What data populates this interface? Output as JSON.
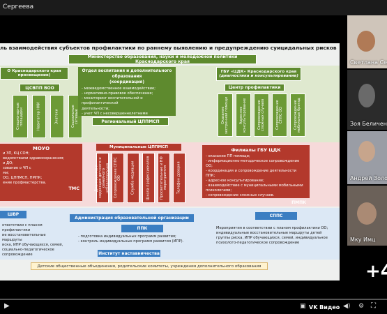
{
  "speaker": {
    "name": "Сергеева"
  },
  "slide": {
    "title": "ль взаимодействия субъектов профилактики по раннему выявлению и предупреждению суицидальных рисков",
    "ministry": "Министерство образования, науки и молодежной политики Краснодарского края",
    "left_org": {
      "line1": "О Краснодарского края",
      "line2": "просвещение)"
    },
    "csvpp": "ЦСВПП ВОО",
    "left_cols": [
      "Стационарные площадки",
      "Навигатор НКИ",
      "Знатоки"
    ],
    "left_cols_last": "Социальные сетевые",
    "dept": {
      "title_1": "Отдел воспитания и дополнительного образования",
      "title_2": "(координация)",
      "items": [
        "- межведомственное взаимодействие;",
        "- нормативно-правовое обеспечение;",
        "- мониторинг воспитательной и профилактической",
        "  деятельности;",
        "- учет ЧП с несовершеннолетними"
      ]
    },
    "gbu": {
      "line1": "ГБУ «ЦДК» Краснодарского края",
      "line2": "(диагностика и консультирование)"
    },
    "center": "Центр профилактики",
    "right_cols": [
      "Оказание экстренной помощи",
      "Адресное консультирование",
      "Сопровождение сложных случаев",
      "Сопровождение СППС ОО",
      "Сопровождение мобильных бригад"
    ],
    "regional": "Региональный ЦППМСП",
    "municipal": "Муниципальные ЦППМСП",
    "muni_cols": [
      "Диагностика и коррекция детского и семейного неблагополучия",
      "Сопровождение СППС ОО",
      "Служба медиации",
      "Школа профессионалов",
      "Просветительные и НФ мероприятия",
      "Телефон доверия"
    ],
    "moyo": {
      "title": "МОУО",
      "items": [
        "и ЗП, КЦ СОН;",
        "ведомствами здравоохранения;",
        "и ДО;",
        "зование о ЧП с",
        "ми;",
        "ОО, ЦППМСП, ПМПК;",
        "ение профмастерства."
      ],
      "footer": "ТМС"
    },
    "filial": {
      "title": "Филиалы ГБУ ЦДК",
      "items": [
        "- оказание ПП помощи;",
        "- информационно-методическое сопровождение ОО;",
        "- координация и сопровождение деятельности ППК;",
        "- адресное консультирование;",
        "- взаимодействие с муниципальными мобильными психологами;",
        "- сопровождение сложных случаев."
      ],
      "footer": "ПМПК"
    },
    "shvr": "ШВР",
    "admin": "Администрация образовательной организации",
    "spps": "СППС",
    "shvr_text": [
      "ответствии с планом профилактики",
      "ие восстановительные маршруты",
      "иска, ИПР обучающихся, семей,",
      "социально-педагогическое",
      "сопровождение"
    ],
    "ppk": "ППК",
    "ppk_text": [
      "- подготовка индивидуальных программ развития;",
      "- контроль индивидуальных программ развития (ИПР)."
    ],
    "spps_text": [
      "Мероприятия в соответствии с планом профилактики ОО;",
      "индивидуальные восстановительные маршруты детей",
      "группы риска, ИПР обучающихся, семей, индивидуальное",
      "психолого-педагогическое сопровождение"
    ],
    "institute": "Институт наставничества",
    "bottom": "Детские общественные объединения, родительские комитеты, учреждения дополнительного образования"
  },
  "participants": [
    {
      "name": "Светлана Сер"
    },
    {
      "name": "Зоя Беличен"
    },
    {
      "name": "Андрей Золот"
    },
    {
      "name": "Мку Имц"
    }
  ],
  "more_count": "+4",
  "player": {
    "brand": "VK Видео"
  }
}
